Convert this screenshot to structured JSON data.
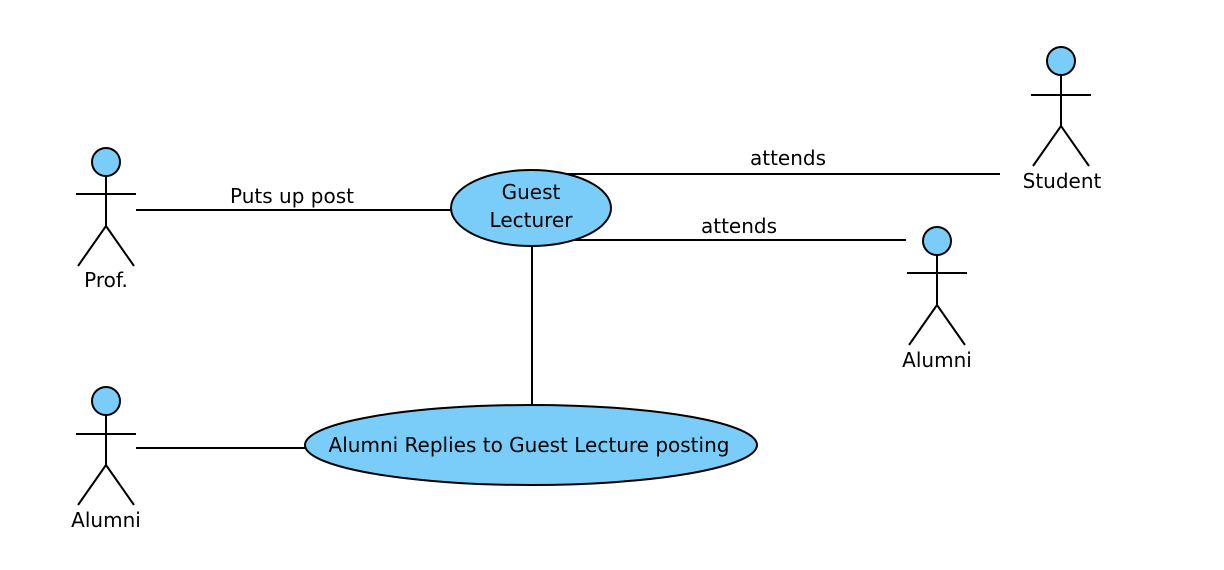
{
  "colors": {
    "fill": "#79cdf8",
    "stroke": "#000000",
    "background": "#ffffff"
  },
  "actors": {
    "prof": {
      "label": "Prof."
    },
    "alumni_left": {
      "label": "Alumni"
    },
    "student": {
      "label": "Student"
    },
    "alumni_right": {
      "label": "Alumni"
    }
  },
  "usecases": {
    "guest_lecturer": {
      "line1": "Guest",
      "line2": "Lecturer"
    },
    "alumni_replies": {
      "label": "Alumni Replies to Guest Lecture posting"
    }
  },
  "relations": {
    "prof_guest": {
      "label": "Puts up post"
    },
    "guest_student": {
      "label": "attends"
    },
    "guest_alumni": {
      "label": "attends"
    },
    "guest_replies": {
      "label": ""
    },
    "alumni_replies": {
      "label": ""
    }
  }
}
